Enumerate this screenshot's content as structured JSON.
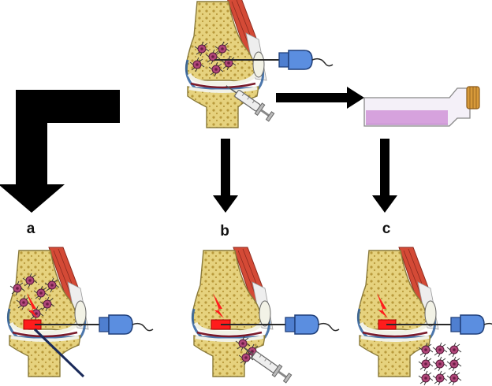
{
  "panels": {
    "a": "a",
    "b": "b",
    "c": "c"
  },
  "icons": {
    "knee": "knee-joint-icon",
    "probe": "arthroscope-probe-icon",
    "syringe": "syringe-icon",
    "flask": "culture-flask-icon",
    "cells": "chondrocyte-cell-icon",
    "arrow": "flow-arrow-icon"
  },
  "colors": {
    "bone": "#e6d27e",
    "bone_dark": "#b99a3c",
    "cartilage": "#f2f2e6",
    "muscle": "#d44a36",
    "cell": "#b0477a",
    "probe": "#4f7fd0",
    "flask_liquid": "#d6a2dd",
    "flask_cap": "#d89a3a",
    "defect": "#ff1c1c",
    "arrow": "#000000"
  }
}
